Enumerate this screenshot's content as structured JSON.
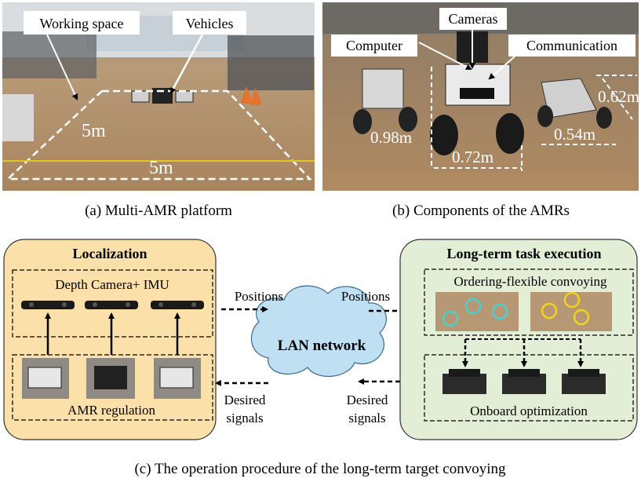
{
  "panel_a": {
    "caption": "(a) Multi-AMR platform",
    "callouts": {
      "working_space": "Working space",
      "vehicles": "Vehicles"
    },
    "dims": {
      "side": "5m",
      "bottom": "5m"
    }
  },
  "panel_b": {
    "caption": "(b) Components of the AMRs",
    "callouts": {
      "computer": "Computer",
      "cameras": "Cameras",
      "communication": "Communication"
    },
    "dims": {
      "height": "0.98m",
      "width": "0.72m",
      "width2": "0.54m",
      "length": "0.62m"
    }
  },
  "panel_c": {
    "caption": "(c) The operation procedure of the long-term target convoying",
    "localization": {
      "title": "Localization",
      "sensor_box_title": "Depth Camera+ IMU",
      "regulation_label": "AMR regulation"
    },
    "network": {
      "label": "LAN network"
    },
    "task": {
      "title": "Long-term task execution",
      "convoy_title": "Ordering-flexible convoying",
      "optimization_label": "Onboard optimization"
    },
    "arrows": {
      "left_top": "Positions",
      "right_top": "Positions",
      "left_bottom_1": "Desired",
      "left_bottom_2": "signals",
      "right_bottom_1": "Desired",
      "right_bottom_2": "signals"
    }
  },
  "colors": {
    "localization_fill": "#fbe0a9",
    "task_fill": "#e2eed5",
    "cloud_fill": "#bfe0f3",
    "floor": "#b8936a",
    "highlight_cyan": "#4ad0d0",
    "highlight_yellow": "#f2d21a"
  }
}
